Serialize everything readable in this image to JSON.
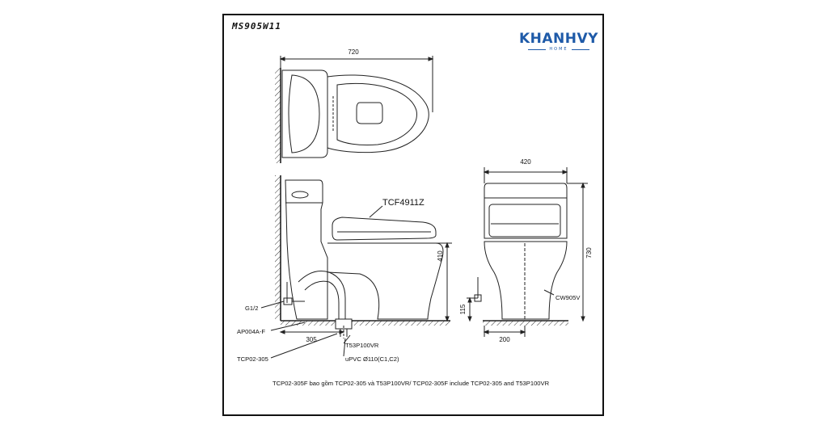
{
  "model_code": "MS905W11",
  "brand": {
    "name": "KHANHVY",
    "sub": "HOME",
    "color": "#1e5aa8"
  },
  "dimensions": {
    "top_width": "720",
    "front_width": "420",
    "seat_height": "410",
    "total_height": "730",
    "supply_height": "115",
    "rough_in": "305",
    "front_outlet_offset": "200"
  },
  "labels": {
    "seat_model": "TCF4911Z",
    "angle_valve": "G1/2",
    "flange_part": "AP004A-F",
    "kit_part": "TCP02-305",
    "outlet_part": "T53P100VR",
    "pipe": "uPVC Ø110(C1,C2)",
    "bowl_model": "CW905V"
  },
  "footnote": "TCP02-305F bao gồm TCP02-305 và T53P100VR/ TCP02-305F include TCP02-305 and T53P100VR"
}
